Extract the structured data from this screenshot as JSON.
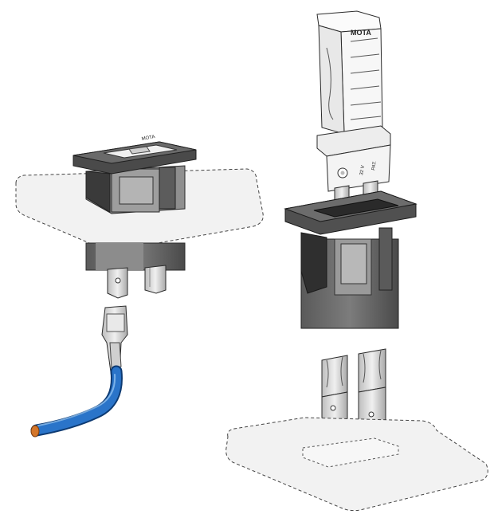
{
  "diagram": {
    "title": "Fuse holder assembly exploded view",
    "labels": {
      "fuse_brand": "MOTA",
      "fuse_voltage": "32 V",
      "fuse_patent": "PAT.",
      "holder_brand": "MOTA"
    },
    "colors": {
      "housing_dark": "#3a3a3a",
      "housing_mid": "#6e6e6e",
      "housing_light": "#b9b9b9",
      "metal": "#d9d9d9",
      "wire_blue": "#1e63b5",
      "wire_tip": "#d4762a",
      "outline": "#2b2b2b"
    }
  }
}
